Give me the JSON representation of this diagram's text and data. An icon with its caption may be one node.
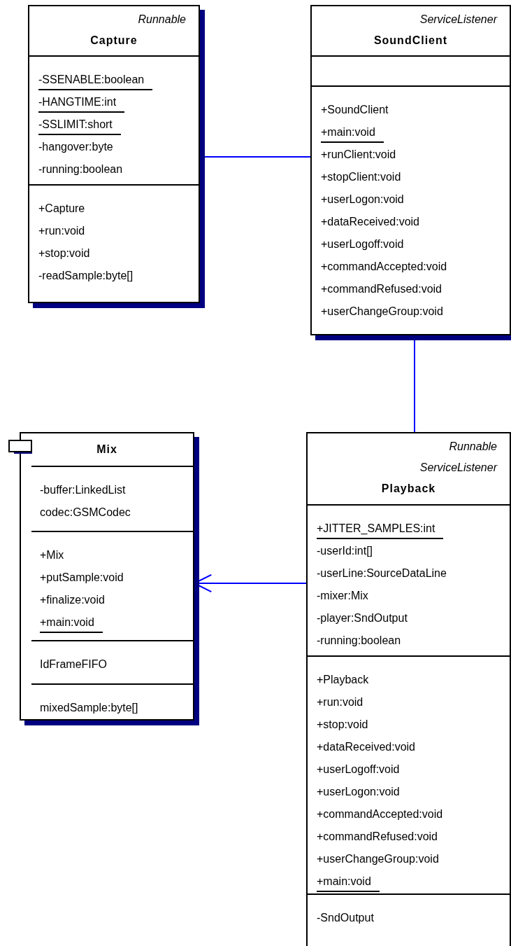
{
  "diagram": {
    "nodes": [
      {
        "text": [
          "Runnable",
          "Capture",
          "-SSENABLE:boolean",
          "-HANGTIME:int",
          "-SSLIMIT:short",
          "-hangover:byte",
          "-running:boolean",
          "+Capture",
          "+run:void",
          "+stop:void",
          "-readSample:byte[]"
        ]
      },
      {
        "text": [
          "ServiceListener",
          "SoundClient",
          "+SoundClient",
          "+main:void",
          "+runClient:void",
          "+stopClient:void",
          "+userLogon:void",
          "+dataReceived:void",
          "+userLogoff:void",
          "+commandAccepted:void",
          "+commandRefused:void",
          "+userChangeGroup:void"
        ]
      },
      {
        "text": [
          "Mix",
          "-buffer:LinkedList",
          "codec:GSMCodec",
          "+Mix",
          "+putSample:void",
          "+finalize:void",
          "+main:void",
          "IdFrameFIFO",
          "mixedSample:byte[]"
        ]
      },
      {
        "text": [
          "Runnable",
          "ServiceListener",
          "Playback",
          "+JITTER_SAMPLES:int",
          "-userId:int[]",
          "-userLine:SourceDataLine",
          "-mixer:Mix",
          "-player:SndOutput",
          "-running:boolean",
          "+Playback",
          "+run:void",
          "+stop:void",
          "+dataReceived:void",
          "+userLogoff:void",
          "+userLogon:void",
          "+commandAccepted:void",
          "+commandRefused:void",
          "+userChangeGroup:void",
          "+main:void",
          "-SndOutput"
        ]
      }
    ],
    "edges": [
      {
        "from": 0,
        "to": 1,
        "arrow": "none"
      },
      {
        "from": 1,
        "to": 3,
        "arrow": "none"
      },
      {
        "from": 3,
        "to": 2,
        "arrow": "to"
      }
    ]
  }
}
